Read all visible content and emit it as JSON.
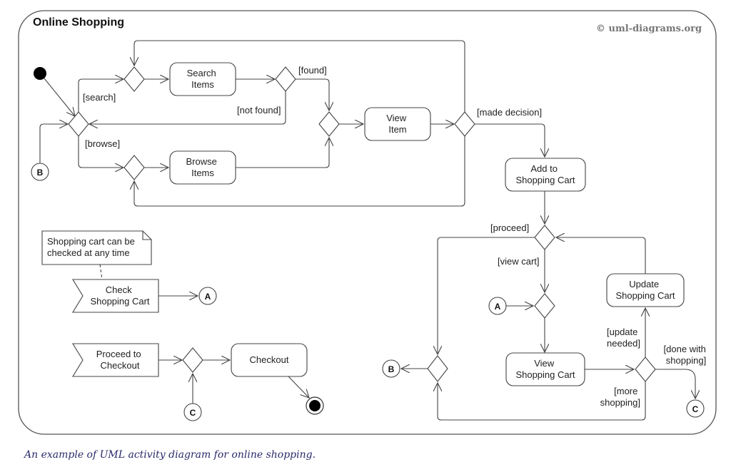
{
  "diagram": {
    "title": "Online Shopping",
    "copyright": "© uml-diagrams.org",
    "actions": {
      "search_items": [
        "Search",
        "Items"
      ],
      "browse_items": [
        "Browse",
        "Items"
      ],
      "view_item": [
        "View",
        "Item"
      ],
      "add_to_cart": [
        "Add to",
        "Shopping Cart"
      ],
      "update_cart": [
        "Update",
        "Shopping Cart"
      ],
      "view_cart": [
        "View",
        "Shopping Cart"
      ],
      "checkout": [
        "Checkout"
      ]
    },
    "signals": {
      "check_cart": [
        "Check",
        "Shopping Cart"
      ],
      "proceed_checkout": [
        "Proceed to",
        "Checkout"
      ]
    },
    "note": [
      "Shopping cart can be",
      "checked at any time"
    ],
    "guards": {
      "search": "[search]",
      "browse": "[browse]",
      "found": "[found]",
      "not_found": "[not found]",
      "made_decision": "[made decision]",
      "proceed": "[proceed]",
      "view_cart": "[view cart]",
      "update_needed": [
        "[update",
        "needed]"
      ],
      "done_shopping": [
        "[done with",
        "shopping]"
      ],
      "more_shopping": [
        "[more",
        "shopping]"
      ]
    },
    "connectors": {
      "a": "A",
      "b": "B",
      "c": "C"
    }
  },
  "caption": "An example of UML activity diagram for online shopping."
}
